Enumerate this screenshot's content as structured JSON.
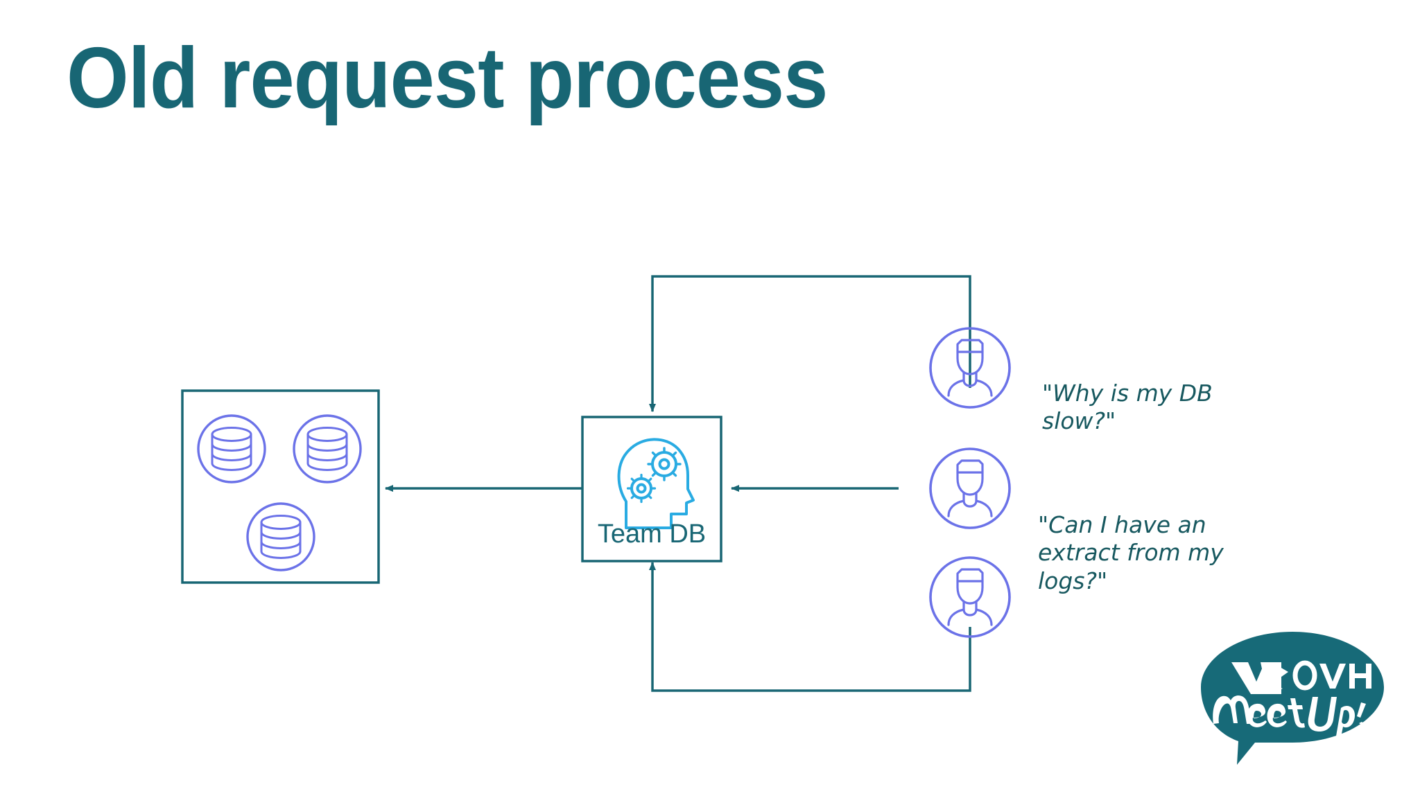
{
  "slide": {
    "title": "Old request process",
    "background_color": "#ffffff",
    "accent_teal": "#186674",
    "accent_blue": "#6B72E8",
    "accent_cyan": "#29ABE2"
  },
  "diagram": {
    "database_group": {
      "label": "database-group",
      "icon_count": 3,
      "icon_name": "database-cylinder-icon",
      "border_color": "#186674",
      "icon_color": "#6B72E8"
    },
    "team_box": {
      "label": "Team DB",
      "icon_name": "head-with-gears-icon",
      "border_color": "#186674",
      "icon_color": "#29ABE2"
    },
    "users": [
      {
        "name": "user-avatar-1",
        "icon_name": "user-avatar-icon"
      },
      {
        "name": "user-avatar-2",
        "icon_name": "user-avatar-icon"
      },
      {
        "name": "user-avatar-3",
        "icon_name": "user-avatar-icon"
      }
    ],
    "quotes": [
      {
        "name": "quote-why-db-slow",
        "text": "\"Why is my DB slow?\""
      },
      {
        "name": "quote-extract-logs",
        "text": "\"Can I have an extract from my logs?\""
      }
    ],
    "connectors": [
      {
        "name": "user1-to-teamdb",
        "from": "user-avatar-1",
        "to": "team-box",
        "direction": "down-into-top"
      },
      {
        "name": "user2-to-teamdb",
        "from": "user-avatar-2",
        "to": "team-box",
        "direction": "left-into-right"
      },
      {
        "name": "user3-to-teamdb",
        "from": "user-avatar-3",
        "to": "team-box",
        "direction": "up-into-bottom"
      },
      {
        "name": "teamdb-to-databases",
        "from": "team-box",
        "to": "database-group",
        "direction": "left-into-right"
      }
    ]
  },
  "logo": {
    "brand": "OVH",
    "wordmark": "MeetUp",
    "background_color": "#176A78",
    "text_color": "#ffffff"
  }
}
